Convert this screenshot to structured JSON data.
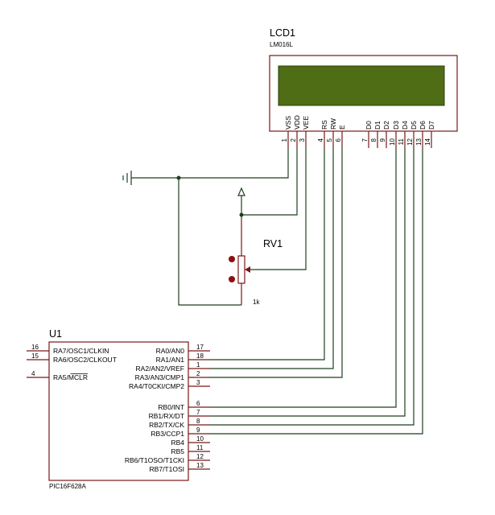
{
  "lcd": {
    "ref": "LCD1",
    "part": "LM016L",
    "screen_color": "#4e6d15",
    "pins": [
      {
        "name": "VSS",
        "num": "1"
      },
      {
        "name": "VDD",
        "num": "2"
      },
      {
        "name": "VEE",
        "num": "3"
      },
      {
        "name": "RS",
        "num": "4"
      },
      {
        "name": "RW",
        "num": "5"
      },
      {
        "name": "E",
        "num": "6"
      },
      {
        "name": "D0",
        "num": "7"
      },
      {
        "name": "D1",
        "num": "8"
      },
      {
        "name": "D2",
        "num": "9"
      },
      {
        "name": "D3",
        "num": "10"
      },
      {
        "name": "D4",
        "num": "11"
      },
      {
        "name": "D5",
        "num": "12"
      },
      {
        "name": "D6",
        "num": "13"
      },
      {
        "name": "D7",
        "num": "14"
      }
    ]
  },
  "pot": {
    "ref": "RV1",
    "value": "1k"
  },
  "mcu": {
    "ref": "U1",
    "part": "PIC16F628A",
    "left_pins": [
      {
        "name": "RA7/OSC1/CLKIN",
        "num": "16"
      },
      {
        "name": "RA6/OSC2/CLKOUT",
        "num": "15"
      },
      {
        "name": "RA5/MCLR",
        "num": "4"
      }
    ],
    "right_pins": [
      {
        "name": "RA0/AN0",
        "num": "17"
      },
      {
        "name": "RA1/AN1",
        "num": "18"
      },
      {
        "name": "RA2/AN2/VREF",
        "num": "1"
      },
      {
        "name": "RA3/AN3/CMP1",
        "num": "2"
      },
      {
        "name": "RA4/T0CKI/CMP2",
        "num": "3"
      },
      {
        "name": "RB0/INT",
        "num": "6"
      },
      {
        "name": "RB1/RX/DT",
        "num": "7"
      },
      {
        "name": "RB2/TX/CK",
        "num": "8"
      },
      {
        "name": "RB3/CCP1",
        "num": "9"
      },
      {
        "name": "RB4",
        "num": "10"
      },
      {
        "name": "RB5",
        "num": "11"
      },
      {
        "name": "RB6/T1OSO/T1CKI",
        "num": "12"
      },
      {
        "name": "RB7/T1OSI",
        "num": "13"
      }
    ]
  },
  "colors": {
    "wire": "#1e3f1e",
    "component": "#7a1717",
    "junction": "#1e3f1e",
    "pot_terminal": "#8b1010"
  }
}
